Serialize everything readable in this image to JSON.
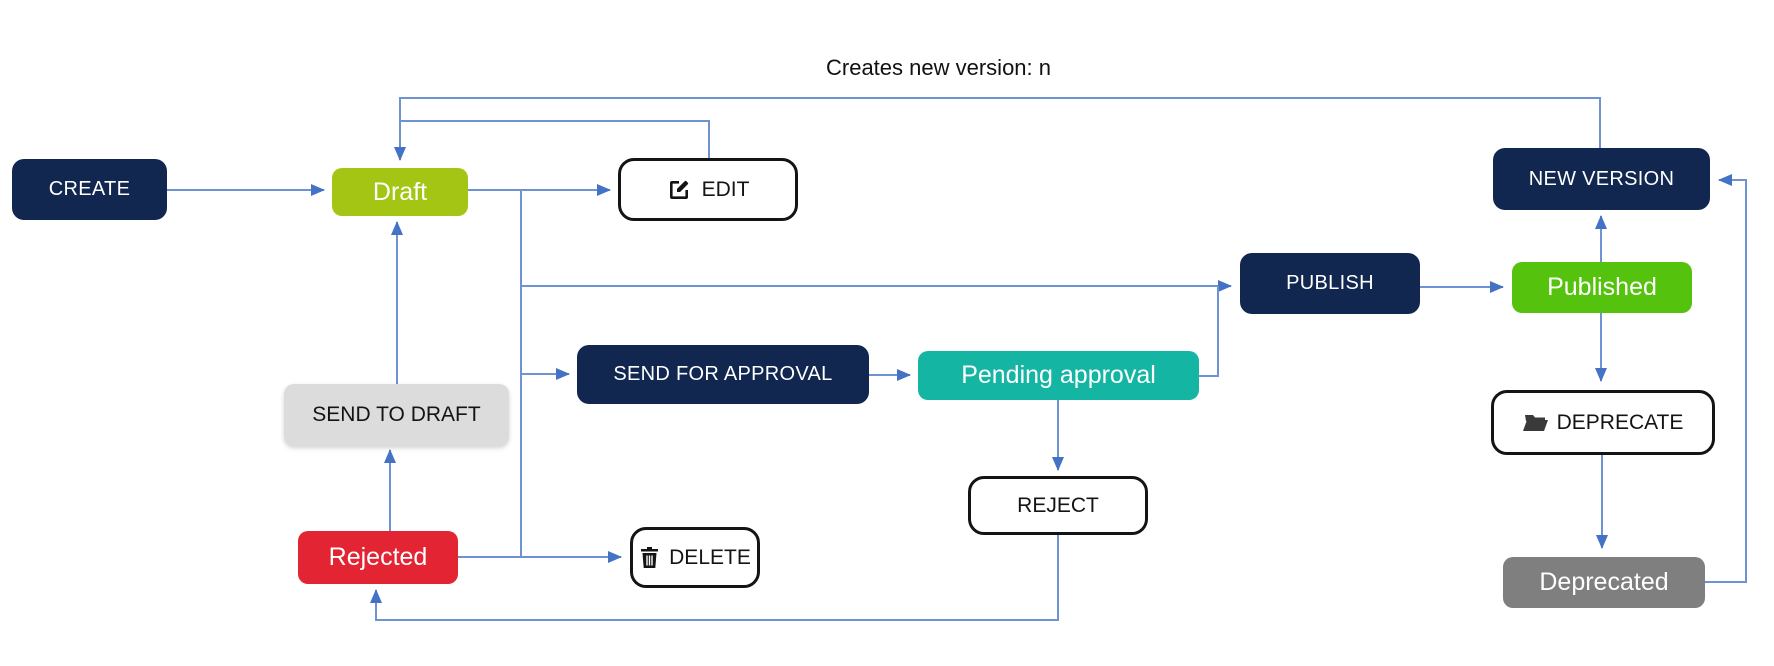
{
  "diagram": {
    "annotation": "Creates new version: n",
    "nodes": {
      "create": {
        "label": "CREATE",
        "kind": "action"
      },
      "draft": {
        "label": "Draft",
        "kind": "state",
        "color": "#a5c514"
      },
      "edit": {
        "label": "EDIT",
        "kind": "action-outline",
        "icon": "edit-icon"
      },
      "new_version": {
        "label": "NEW VERSION",
        "kind": "action"
      },
      "publish": {
        "label": "PUBLISH",
        "kind": "action"
      },
      "published": {
        "label": "Published",
        "kind": "state",
        "color": "#55c30e"
      },
      "send_for_approval": {
        "label": "SEND FOR APPROVAL",
        "kind": "action"
      },
      "pending_approval": {
        "label": "Pending approval",
        "kind": "state",
        "color": "#14b5a3"
      },
      "send_to_draft": {
        "label": "SEND TO DRAFT",
        "kind": "action-gray"
      },
      "reject": {
        "label": "REJECT",
        "kind": "action-outline"
      },
      "rejected": {
        "label": "Rejected",
        "kind": "state",
        "color": "#e32432"
      },
      "delete": {
        "label": "DELETE",
        "kind": "action-outline",
        "icon": "trash-icon"
      },
      "deprecate": {
        "label": "DEPRECATE",
        "kind": "action-outline",
        "icon": "open-folder-icon"
      },
      "deprecated": {
        "label": "Deprecated",
        "kind": "state",
        "color": "#7f7f7f"
      }
    },
    "edges": [
      {
        "from": "create",
        "to": "draft"
      },
      {
        "from": "draft",
        "to": "edit"
      },
      {
        "from": "edit",
        "to": "draft"
      },
      {
        "from": "new_version",
        "to": "draft",
        "label": "Creates new version: n"
      },
      {
        "from": "draft",
        "to": "publish"
      },
      {
        "from": "publish",
        "to": "published"
      },
      {
        "from": "draft",
        "to": "send_for_approval"
      },
      {
        "from": "send_for_approval",
        "to": "pending_approval"
      },
      {
        "from": "pending_approval",
        "to": "publish"
      },
      {
        "from": "pending_approval",
        "to": "reject"
      },
      {
        "from": "reject",
        "to": "rejected"
      },
      {
        "from": "rejected",
        "to": "send_to_draft"
      },
      {
        "from": "send_to_draft",
        "to": "draft"
      },
      {
        "from": "rejected",
        "to": "delete"
      },
      {
        "from": "draft",
        "to": "delete"
      },
      {
        "from": "published",
        "to": "new_version"
      },
      {
        "from": "published",
        "to": "deprecate"
      },
      {
        "from": "deprecate",
        "to": "deprecated"
      },
      {
        "from": "deprecated",
        "to": "new_version"
      }
    ],
    "colors": {
      "action_fill": "#112750",
      "connector_line": "#6f92d3",
      "arrowhead": "#4472c4",
      "gray_action_fill": "#dcdcdc",
      "outline_border": "#141414"
    }
  }
}
